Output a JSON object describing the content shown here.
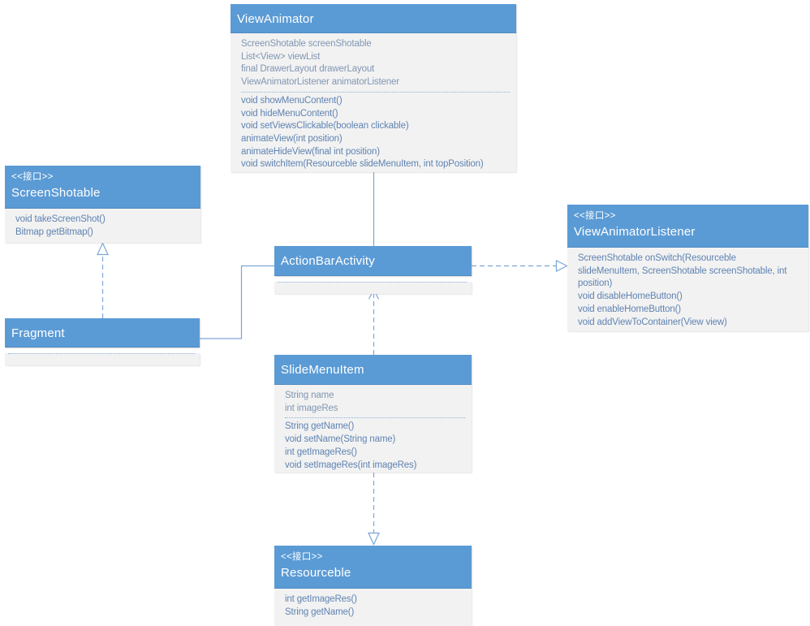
{
  "diagram": {
    "type": "uml-class-diagram",
    "stereotype_interface": "<<接口>>",
    "colors": {
      "header_fill": "#5b9bd5",
      "body_fill": "#f2f2f2",
      "title_text": "#ffffff",
      "method_text": "#5f83b2",
      "attribute_text": "#8196b3",
      "connector": "#7ba6d4"
    }
  },
  "classes": {
    "view_animator": {
      "title": "ViewAnimator",
      "attributes": [
        "ScreenShotable screenShotable",
        "List<View> viewList",
        "final DrawerLayout drawerLayout",
        "ViewAnimatorListener animatorListener"
      ],
      "methods": [
        "void showMenuContent()",
        "void hideMenuContent()",
        "void setViewsClickable(boolean clickable)",
        "animateView(int position)",
        "animateHideView(final int position)",
        "void switchItem(Resourceble slideMenuItem, int topPosition)"
      ]
    },
    "screen_shotable": {
      "stereotype": "<<接口>>",
      "title": "ScreenShotable",
      "methods": [
        "void takeScreenShot()",
        "Bitmap getBitmap()"
      ]
    },
    "action_bar_activity": {
      "title": "ActionBarActivity"
    },
    "fragment": {
      "title": "Fragment"
    },
    "view_animator_listener": {
      "stereotype": "<<接口>>",
      "title": "ViewAnimatorListener",
      "methods": [
        "ScreenShotable onSwitch(Resourceble slideMenuItem, ScreenShotable screenShotable, int position)",
        "void disableHomeButton()",
        "void enableHomeButton()",
        "void addViewToContainer(View view)"
      ]
    },
    "slide_menu_item": {
      "title": "SlideMenuItem",
      "attributes": [
        "String name",
        "int imageRes"
      ],
      "methods": [
        "String getName()",
        "void setName(String name)",
        "int getImageRes()",
        "void setImageRes(int imageRes)"
      ]
    },
    "resourceble": {
      "stereotype": "<<接口>>",
      "title": "Resourceble",
      "methods": [
        "int getImageRes()",
        "String getName()"
      ]
    }
  },
  "connectors": [
    {
      "from": "ViewAnimator",
      "to": "ActionBarActivity",
      "type": "association-solid"
    },
    {
      "from": "Fragment",
      "to": "ActionBarActivity",
      "type": "association-solid"
    },
    {
      "from": "ActionBarActivity",
      "to": "ViewAnimatorListener",
      "type": "realization-dashed-hollow-triangle"
    },
    {
      "from": "Fragment",
      "to": "ScreenShotable",
      "type": "realization-dashed-hollow-triangle"
    },
    {
      "from": "SlideMenuItem",
      "to": "ActionBarActivity",
      "type": "dependency-dashed-open-arrow"
    },
    {
      "from": "SlideMenuItem",
      "to": "Resourceble",
      "type": "realization-dashed-hollow-triangle"
    }
  ]
}
